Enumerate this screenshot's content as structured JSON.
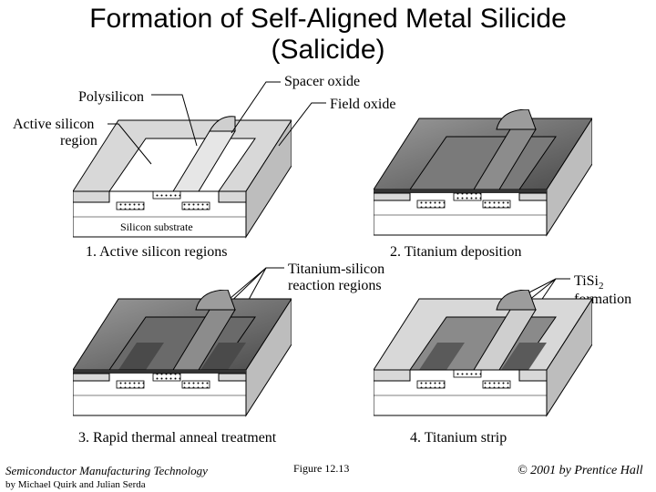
{
  "title_line1": "Formation of Self-Aligned Metal Silicide",
  "title_line2": "(Salicide)",
  "labels": {
    "polysilicon": "Polysilicon",
    "spacer_oxide": "Spacer oxide",
    "field_oxide": "Field oxide",
    "active_silicon_l1": "Active silicon",
    "active_silicon_l2": "region",
    "silicon_substrate": "Silicon substrate",
    "titanium_silicon_l1": "Titanium-silicon",
    "titanium_silicon_l2": "reaction regions",
    "tisi2_base": "TiSi",
    "tisi2_sub": "2",
    "tisi2_l2": "formation"
  },
  "steps": [
    "1.  Active silicon regions",
    "2.  Titanium deposition",
    "3.  Rapid thermal anneal treatment",
    "4.  Titanium strip"
  ],
  "footer": {
    "book": "Semiconductor Manufacturing Technology",
    "authors": "by Michael Quirk and Julian Serda",
    "figure": "Figure 12.13",
    "copyright": "© 2001 by Prentice Hall"
  },
  "colors": {
    "lightgray": "#d9d9d9",
    "darkgray": "#6e6e6e",
    "substrate": "#f2f2f2"
  }
}
